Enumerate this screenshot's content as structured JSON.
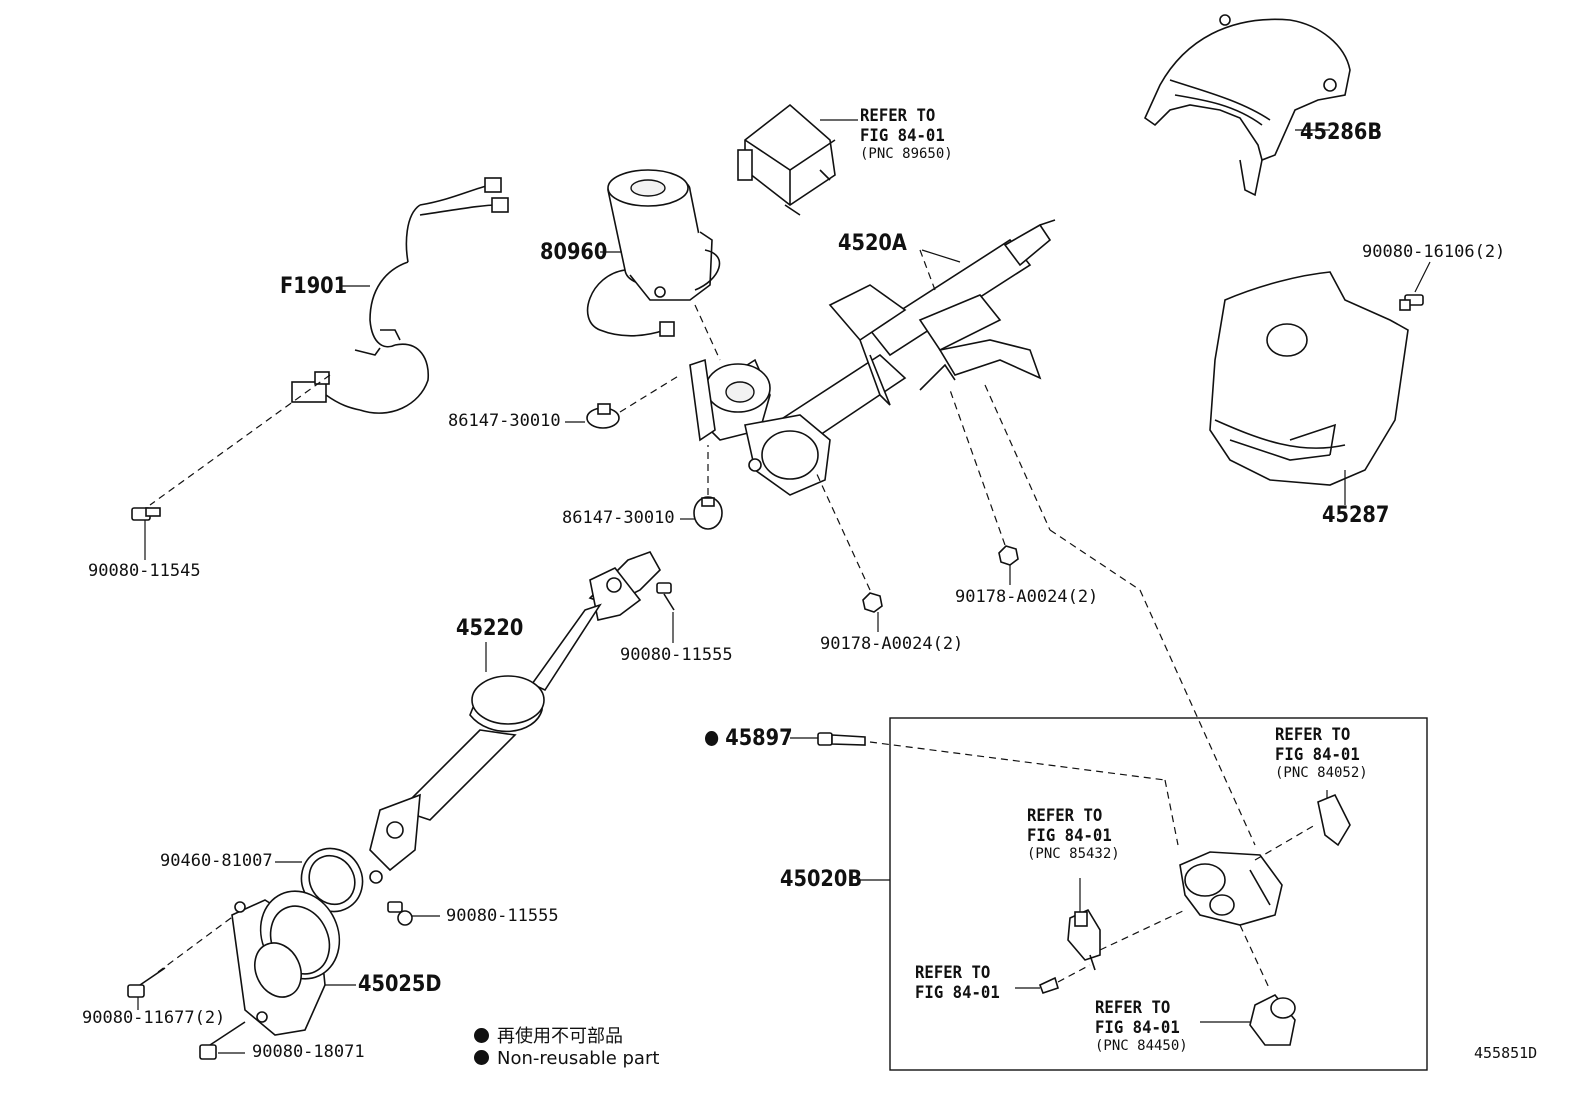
{
  "parts": {
    "p_45286B": "45286B",
    "p_90080_16106": "90080-16106(2)",
    "p_45287": "45287",
    "p_4520A": "4520A",
    "p_80960": "80960",
    "p_F1901": "F1901",
    "p_86147_a": "86147-30010",
    "p_86147_b": "86147-30010",
    "p_90080_11545": "90080-11545",
    "p_45220": "45220",
    "p_90080_11555_a": "90080-11555",
    "p_90178_a": "90178-A0024(2)",
    "p_90178_b": "90178-A0024(2)",
    "p_45897": "45897",
    "p_45020B": "45020B",
    "p_90460": "90460-81007",
    "p_90080_11555_b": "90080-11555",
    "p_45025D": "45025D",
    "p_90080_11677": "90080-11677(2)",
    "p_90080_18071": "90080-18071"
  },
  "refers": {
    "r_89650": {
      "l1": "REFER TO",
      "l2": "FIG 84-01",
      "l3": "(PNC 89650)"
    },
    "r_84052": {
      "l1": "REFER TO",
      "l2": "FIG 84-01",
      "l3": "(PNC 84052)"
    },
    "r_85432": {
      "l1": "REFER TO",
      "l2": "FIG 84-01",
      "l3": "(PNC 85432)"
    },
    "r_plain": {
      "l1": "REFER TO",
      "l2": "FIG 84-01"
    },
    "r_84450": {
      "l1": "REFER TO",
      "l2": "FIG 84-01",
      "l3": "(PNC 84450)"
    }
  },
  "legend": {
    "jp": "再使用不可部品",
    "en": "Non-reusable part"
  },
  "figure_id": "455851D"
}
